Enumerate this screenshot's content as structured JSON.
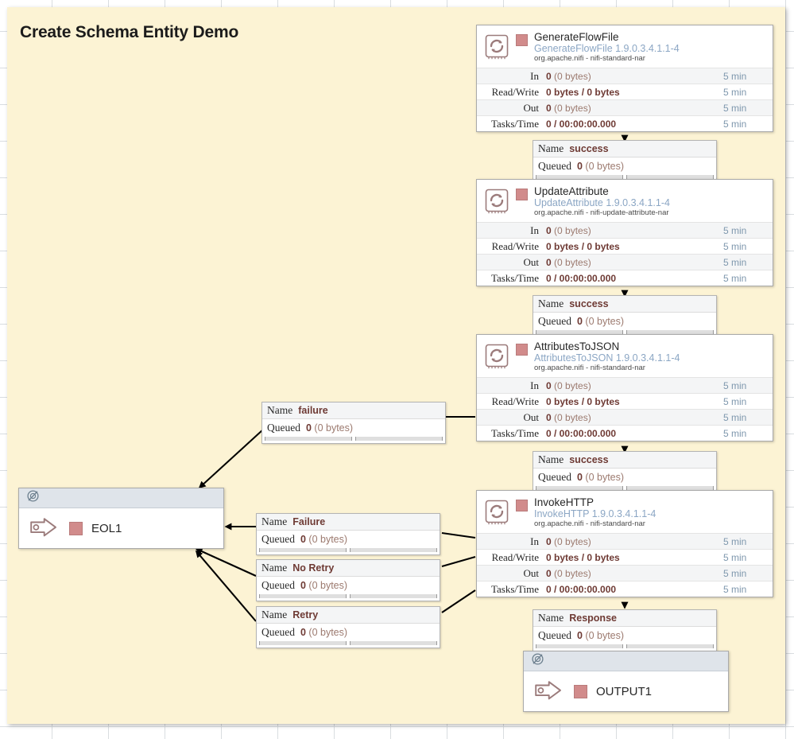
{
  "canvas": {
    "background": "#ffffff",
    "grid_color": "#d9dde0"
  },
  "group": {
    "title": "Create Schema Entity Demo",
    "background": "#fcf3d4"
  },
  "theme": {
    "stopped_indicator": "#d18b8b",
    "stat_value": "#6e3a34",
    "stat_muted": "#9c7a6f",
    "type_link": "#8ba6c4",
    "time_text": "#7e97ad",
    "connection_line": "#000000",
    "port_header": "#dfe4ea"
  },
  "stat_headers": {
    "in": "In",
    "read_write": "Read/Write",
    "out": "Out",
    "tasks_time": "Tasks/Time"
  },
  "processors": [
    {
      "id": "generateflowfile",
      "name": "GenerateFlowFile",
      "type": "GenerateFlowFile 1.9.0.3.4.1.1-4",
      "bundle": "org.apache.nifi - nifi-standard-nar",
      "icon": "processor-icon",
      "status": "stopped",
      "stats": {
        "in_value": "0",
        "in_detail": "(0 bytes)",
        "in_time": "5 min",
        "rw_value": "0 bytes / 0 bytes",
        "rw_detail": "",
        "rw_time": "5 min",
        "out_value": "0",
        "out_detail": "(0 bytes)",
        "out_time": "5 min",
        "tasks_value": "0 / 00:00:00.000",
        "tasks_detail": "",
        "tasks_time": "5 min"
      }
    },
    {
      "id": "updateattribute",
      "name": "UpdateAttribute",
      "type": "UpdateAttribute 1.9.0.3.4.1.1-4",
      "bundle": "org.apache.nifi - nifi-update-attribute-nar",
      "icon": "processor-icon",
      "status": "stopped",
      "stats": {
        "in_value": "0",
        "in_detail": "(0 bytes)",
        "in_time": "5 min",
        "rw_value": "0 bytes / 0 bytes",
        "rw_detail": "",
        "rw_time": "5 min",
        "out_value": "0",
        "out_detail": "(0 bytes)",
        "out_time": "5 min",
        "tasks_value": "0 / 00:00:00.000",
        "tasks_detail": "",
        "tasks_time": "5 min"
      }
    },
    {
      "id": "attributestojson",
      "name": "AttributesToJSON",
      "type": "AttributesToJSON 1.9.0.3.4.1.1-4",
      "bundle": "org.apache.nifi - nifi-standard-nar",
      "icon": "processor-icon",
      "status": "stopped",
      "stats": {
        "in_value": "0",
        "in_detail": "(0 bytes)",
        "in_time": "5 min",
        "rw_value": "0 bytes / 0 bytes",
        "rw_detail": "",
        "rw_time": "5 min",
        "out_value": "0",
        "out_detail": "(0 bytes)",
        "out_time": "5 min",
        "tasks_value": "0 / 00:00:00.000",
        "tasks_detail": "",
        "tasks_time": "5 min"
      }
    },
    {
      "id": "invokehttp",
      "name": "InvokeHTTP",
      "type": "InvokeHTTP 1.9.0.3.4.1.1-4",
      "bundle": "org.apache.nifi - nifi-standard-nar",
      "icon": "processor-icon",
      "status": "stopped",
      "stats": {
        "in_value": "0",
        "in_detail": "(0 bytes)",
        "in_time": "5 min",
        "rw_value": "0 bytes / 0 bytes",
        "rw_detail": "",
        "rw_time": "5 min",
        "out_value": "0",
        "out_detail": "(0 bytes)",
        "out_time": "5 min",
        "tasks_value": "0 / 00:00:00.000",
        "tasks_detail": "",
        "tasks_time": "5 min"
      }
    }
  ],
  "connections": [
    {
      "id": "c1",
      "name_label": "Name",
      "name": "success",
      "queued_label": "Queued",
      "queued": "0",
      "queued_detail": "(0 bytes)"
    },
    {
      "id": "c2",
      "name_label": "Name",
      "name": "success",
      "queued_label": "Queued",
      "queued": "0",
      "queued_detail": "(0 bytes)"
    },
    {
      "id": "c3",
      "name_label": "Name",
      "name": "failure",
      "queued_label": "Queued",
      "queued": "0",
      "queued_detail": "(0 bytes)"
    },
    {
      "id": "c4",
      "name_label": "Name",
      "name": "success",
      "queued_label": "Queued",
      "queued": "0",
      "queued_detail": "(0 bytes)"
    },
    {
      "id": "c5",
      "name_label": "Name",
      "name": "Failure",
      "queued_label": "Queued",
      "queued": "0",
      "queued_detail": "(0 bytes)"
    },
    {
      "id": "c6",
      "name_label": "Name",
      "name": "No Retry",
      "queued_label": "Queued",
      "queued": "0",
      "queued_detail": "(0 bytes)"
    },
    {
      "id": "c7",
      "name_label": "Name",
      "name": "Retry",
      "queued_label": "Queued",
      "queued": "0",
      "queued_detail": "(0 bytes)"
    },
    {
      "id": "c8",
      "name_label": "Name",
      "name": "Response",
      "queued_label": "Queued",
      "queued": "0",
      "queued_detail": "(0 bytes)"
    }
  ],
  "ports": [
    {
      "id": "eol1",
      "name": "EOL1",
      "icon": "output-port-icon",
      "header_icon": "transmission-disabled-icon",
      "status": "stopped"
    },
    {
      "id": "output1",
      "name": "OUTPUT1",
      "icon": "output-port-icon",
      "header_icon": "transmission-disabled-icon",
      "status": "stopped"
    }
  ]
}
